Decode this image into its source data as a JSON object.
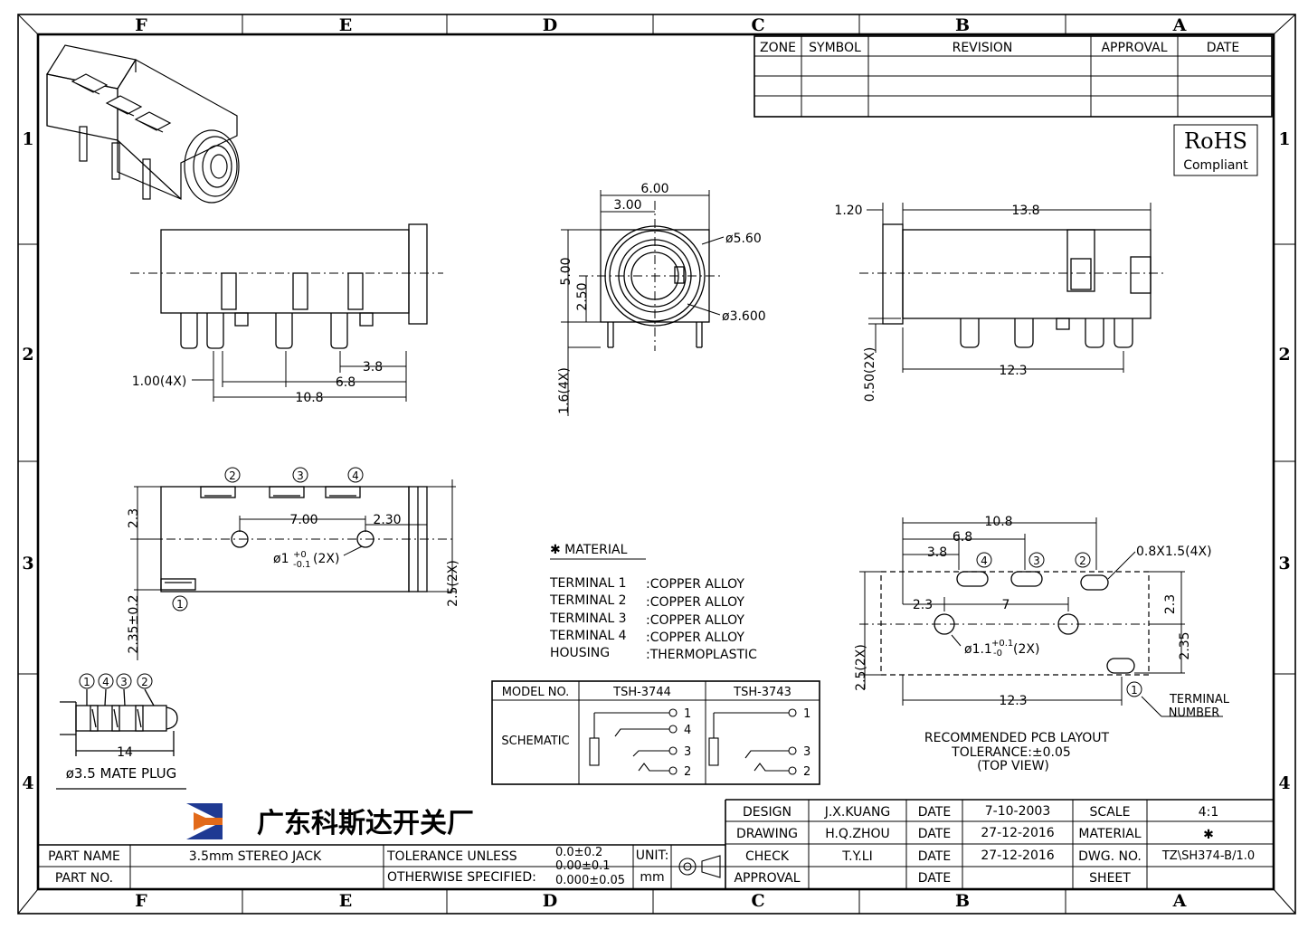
{
  "frame": {
    "columns": [
      "F",
      "E",
      "D",
      "C",
      "B",
      "A"
    ],
    "rows": [
      "1",
      "2",
      "3",
      "4"
    ]
  },
  "revision_table": {
    "headers": [
      "ZONE",
      "SYMBOL",
      "REVISION",
      "APPROVAL",
      "DATE"
    ]
  },
  "rohs": {
    "line1": "RoHS",
    "line2": "Compliant"
  },
  "side_view": {
    "dims": {
      "pin_width": "1.00(4X)",
      "d38": "3.8",
      "d68": "6.8",
      "d108": "10.8"
    }
  },
  "front_view": {
    "dims": {
      "w600": "6.00",
      "w300": "3.00",
      "h500": "5.00",
      "h250": "2.50",
      "phi560": "ø5.60",
      "phi3600": "ø3.600",
      "pin16": "1.6(4X)"
    }
  },
  "right_view": {
    "dims": {
      "d120": "1.20",
      "d138": "13.8",
      "d123": "12.3",
      "d050": "0.50(2X)"
    }
  },
  "bottom_view": {
    "terminals": [
      "2",
      "3",
      "4",
      "1"
    ],
    "dims": {
      "d23": "2.3",
      "d700": "7.00",
      "d230": "2.30",
      "hole": "ø1",
      "hole_tol_up": "+0",
      "hole_tol_dn": "-0.1",
      "hole_qty": "(2X)",
      "d235": "2.35±0.2",
      "d25": "2.5(2X)"
    }
  },
  "plug": {
    "numbers": [
      "1",
      "4",
      "3",
      "2"
    ],
    "length": "14",
    "caption": "ø3.5 MATE PLUG"
  },
  "material": {
    "title": "✱ MATERIAL",
    "rows": [
      {
        "item": "TERMINAL  1",
        "value": ":COPPER  ALLOY"
      },
      {
        "item": "TERMINAL  2",
        "value": ":COPPER  ALLOY"
      },
      {
        "item": "TERMINAL  3",
        "value": ":COPPER  ALLOY"
      },
      {
        "item": "TERMINAL  4",
        "value": ":COPPER  ALLOY"
      },
      {
        "item": "HOUSING",
        "value": ":THERMOPLASTIC"
      }
    ]
  },
  "schematic_table": {
    "header_model": "MODEL NO.",
    "model_a": "TSH-3744",
    "model_b": "TSH-3743",
    "row_label": "SCHEMATIC",
    "pins_a": [
      "1",
      "4",
      "3",
      "2"
    ],
    "pins_b": [
      "1",
      "3",
      "2"
    ]
  },
  "pcb_layout": {
    "dims": {
      "d108": "10.8",
      "d68": "6.8",
      "d38": "3.8",
      "slot": "0.8X1.5(4X)",
      "d23a": "2.3",
      "d7": "7",
      "d23b": "2.3",
      "d235": "2.35",
      "hole": "ø1.1",
      "hole_tol_up": "+0.1",
      "hole_tol_dn": "-0",
      "hole_qty": "(2X)",
      "d25": "2.5(2X)",
      "d123": "12.3"
    },
    "terminals": [
      "4",
      "3",
      "2",
      "1"
    ],
    "terminal_label_1": "TERMINAL",
    "terminal_label_2": "NUMBER",
    "caption_1": "RECOMMENDED PCB LAYOUT",
    "caption_2": "TOLERANCE:±0.05",
    "caption_3": "(TOP VIEW)"
  },
  "title_block": {
    "company": "广东科斯达开关厂",
    "part_name_label": "PART NAME",
    "part_name": "3.5mm STEREO JACK",
    "part_no_label": "PART NO.",
    "part_no": "",
    "tolerance_label_1": "TOLERANCE UNLESS",
    "tolerance_label_2": "OTHERWISE SPECIFIED:",
    "tol_1": "0.0±0.2",
    "tol_2": "0.00±0.1",
    "tol_3": "0.000±0.05",
    "unit_label": "UNIT:",
    "unit": "mm",
    "design_label": "DESIGN",
    "design_by": "J.X.KUANG",
    "drawing_label": "DRAWING",
    "drawing_by": "H.Q.ZHOU",
    "check_label": "CHECK",
    "check_by": "T.Y.LI",
    "approval_label": "APPROVAL",
    "approval_by": "",
    "date_label": "DATE",
    "date_1": "7-10-2003",
    "date_2": "27-12-2016",
    "date_3": "27-12-2016",
    "date_4": "",
    "scale_label": "SCALE",
    "scale": "4:1",
    "material_label": "MATERIAL",
    "material": "✱",
    "dwg_label": "DWG. NO.",
    "dwg_no": "TZ\\SH374-B/1.0",
    "sheet_label": "SHEET",
    "sheet": ""
  }
}
